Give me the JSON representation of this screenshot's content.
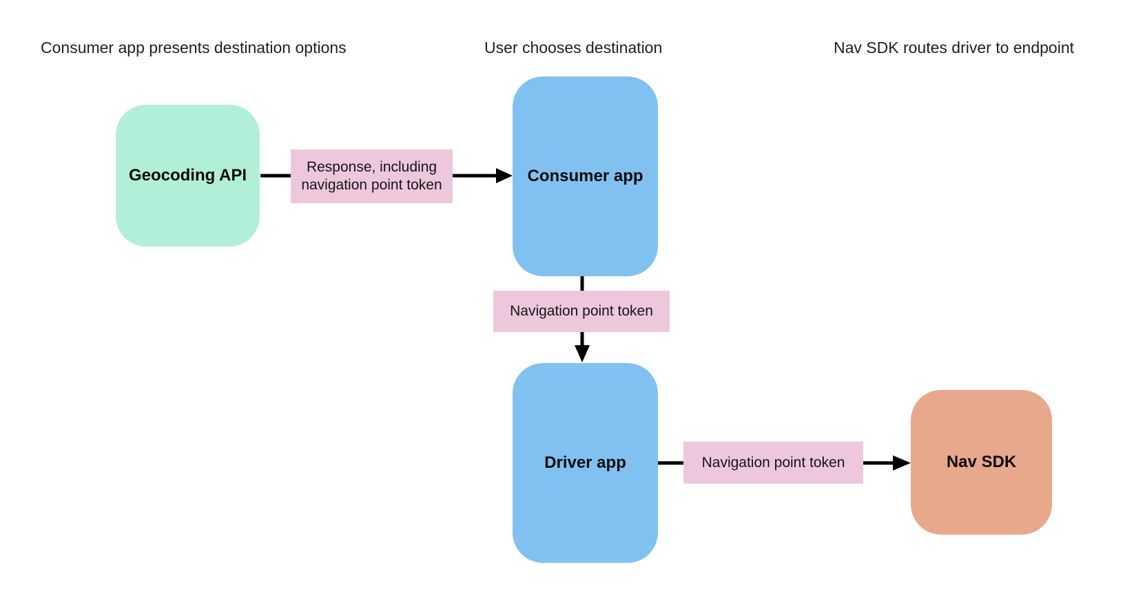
{
  "headers": [
    "Consumer app presents destination options",
    "User chooses destination",
    "Nav SDK routes driver to endpoint"
  ],
  "nodes": {
    "geocoding": {
      "label": "Geocoding API",
      "color": "#b2efd9"
    },
    "consumer": {
      "label": "Consumer app",
      "color": "#81c1f1"
    },
    "driver": {
      "label": "Driver app",
      "color": "#81c1f1"
    },
    "nav_sdk": {
      "label": "Nav SDK",
      "color": "#e8a88c"
    }
  },
  "edges": [
    {
      "label": "Response, including navigation point token",
      "color": "#edc8dc"
    },
    {
      "label": "Navigation point token",
      "color": "#edc8dc"
    },
    {
      "label": "Navigation point token",
      "color": "#edc8dc"
    }
  ],
  "arrow_color": "#000000",
  "background": "#ffffff"
}
